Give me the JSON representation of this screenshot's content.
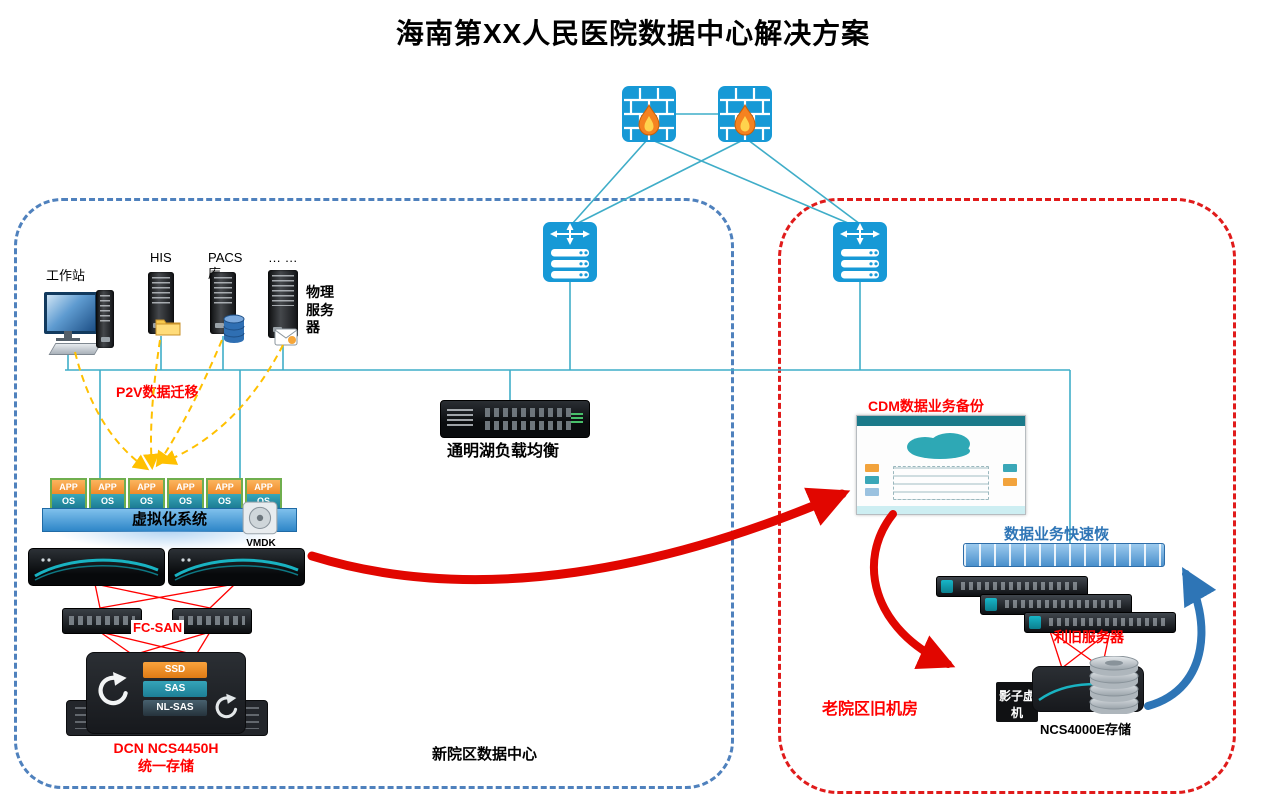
{
  "title": "海南第XX人民医院数据中心解决方案",
  "zones": {
    "new_campus_label": "新院区数据中心",
    "old_campus_label": "老院区旧机房"
  },
  "sources": {
    "workstation": "工作站",
    "his": "HIS",
    "pacs_line1": "PACS",
    "pacs_line2": "库",
    "more": "… …",
    "physical": "物理服务器"
  },
  "migration": {
    "p2v_label": "P2V数据迁移"
  },
  "network": {
    "load_balancer_label": "通明湖负载均衡"
  },
  "virtualization": {
    "app": "APP",
    "os": "OS",
    "system_label": "虚拟化系统",
    "vmdk": "VMDK"
  },
  "san": {
    "label": "FC-SAN"
  },
  "storage": {
    "tiers": [
      "SSD",
      "SAS",
      "NL-SAS"
    ],
    "model_line1": "DCN NCS4450H",
    "model_line2": "统一存储"
  },
  "old_campus": {
    "cdm_label": "CDM数据业务备份",
    "recovery_label": "数据业务快速恢复",
    "reused_servers_label": "利旧服务器",
    "shadow_vm_label": "影子虚机",
    "storage_label": "NCS4000E存储"
  },
  "colors": {
    "link_teal": "#3fadc8",
    "zone_left_border": "#4f81bd",
    "zone_right_border": "#e01b1b",
    "p2v_arrow_yellow": "#ffc000",
    "backup_arrow_red": "#e10600",
    "recovery_arrow_blue": "#2e75b6",
    "device_blue": "#1799d6",
    "tier_ssd": "#f79646",
    "tier_sas": "#2d9db4",
    "tier_nlsas": "#3c5360"
  }
}
